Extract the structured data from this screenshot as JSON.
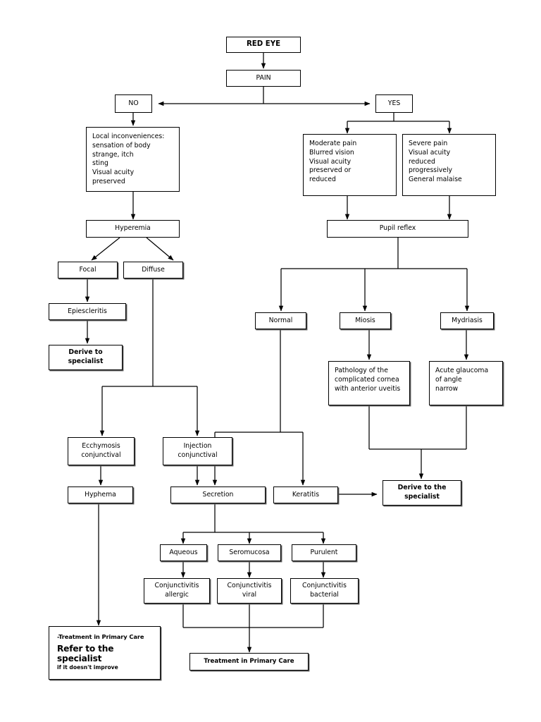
{
  "diagram": {
    "title": "Red Eye clinical decision flowchart",
    "type": "flowchart",
    "stroke_color": "#000000",
    "background_color": "#ffffff"
  },
  "nodes": {
    "red_eye": "RED EYE",
    "pain": "PAIN",
    "no": "NO",
    "yes": "YES",
    "local_inconveniences": "Local inconveniences:\nsensation of body\nstrange, itch\nsting\nVisual acuity\npreserved",
    "moderate_pain": "Moderate pain\nBlurred vision\nVisual acuity\npreserved or\nreduced",
    "severe_pain": "Severe pain\nVisual acuity\nreduced\nprogressively\nGeneral malaise",
    "hyperemia": "Hyperemia",
    "pupil_reflex": "Pupil reflex",
    "focal": "Focal",
    "diffuse": "Diffuse",
    "normal": "Normal",
    "miosis": "Miosis",
    "mydriasis": "Mydriasis",
    "episcleritis": "Epiescleritis",
    "derive_to_specialist": "Derive to\nspecialist",
    "pathology_cornea": "Pathology of the\ncomplicated cornea\nwith anterior uveitis",
    "acute_glaucoma": "Acute glaucoma\nof angle\nnarrow",
    "ecchymosis": "Ecchymosis\nconjunctival",
    "injection": "Injection\nconjunctival",
    "hyphema": "Hyphema",
    "secretion": "Secretion",
    "keratitis": "Keratitis",
    "derive_to_the_specialist": "Derive to the\nspecialist",
    "aqueous": "Aqueous",
    "seromucosa": "Seromucosa",
    "purulent": "Purulent",
    "conjunctivitis_allergic": "Conjunctivitis\nallergic",
    "conjunctivitis_viral": "Conjunctivitis\nviral",
    "conjunctivitis_bacterial": "Conjunctivitis\nbacterial",
    "treatment_primary_care": "Treatment in Primary Care",
    "refer_line1": "-Treatment in Primary Care",
    "refer_line2": "Refer to the specialist",
    "refer_line3": "if it doesn't improve"
  }
}
